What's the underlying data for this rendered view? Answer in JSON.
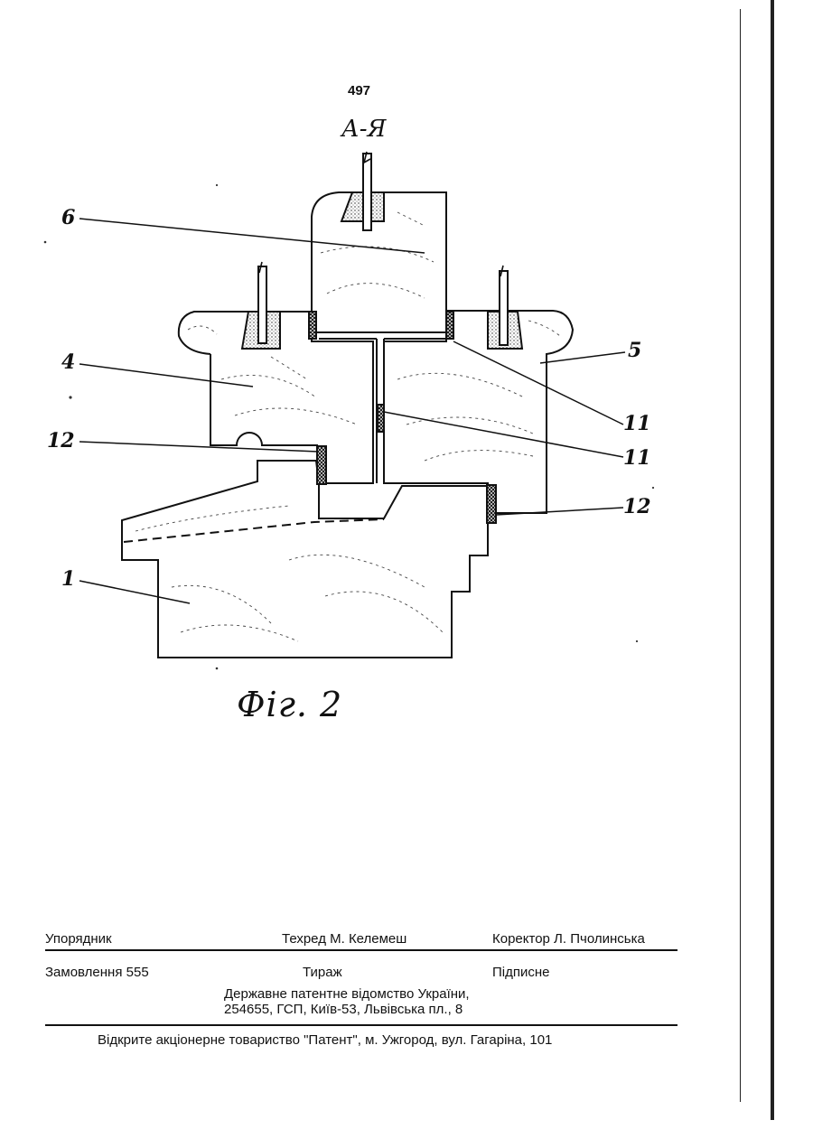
{
  "page_number": "497",
  "section_label": "А-Я",
  "callouts": {
    "c6": "6",
    "c4": "4",
    "c12a": "12",
    "c1": "1",
    "c5": "5",
    "c11a": "11",
    "c11b": "11",
    "c12b": "12"
  },
  "figure_caption": "Фіг. 2",
  "imprint": {
    "compiler": "Упорядник",
    "tech_editor": "Техред М. Келемеш",
    "proofreader": "Коректор Л. Пчолинська",
    "order": "Замовлення 555",
    "print_run": "Тираж",
    "subscription": "Підписне",
    "office_line1": "Державне патентне відомство України,",
    "office_line2": "254655, ГСП, Київ-53, Львівська пл., 8",
    "printer": "Відкрите акціонерне товариство \"Патент\", м. Ужгород, вул. Гагаріна, 101"
  }
}
